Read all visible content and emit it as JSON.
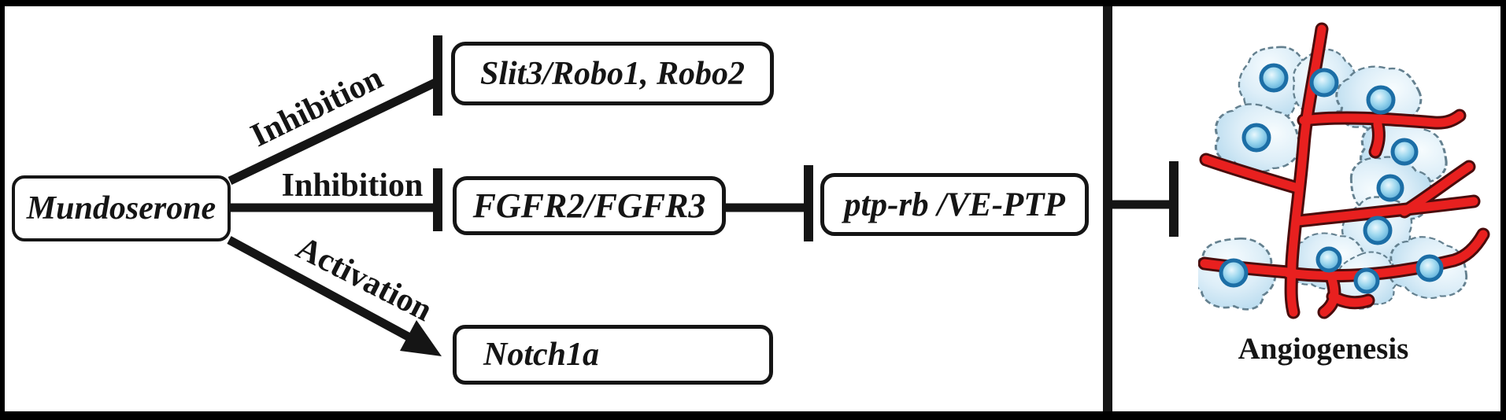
{
  "diagram": {
    "source_box": "Mundoserone",
    "edge_labels": {
      "top": "Inhibition",
      "middle": "Inhibition",
      "bottom": "Activation"
    },
    "target_boxes": {
      "slit_robo": "Slit3/Robo1, Robo2",
      "fgfr": "FGFR2/FGFR3",
      "ptp": "ptp-rb /VE-PTP",
      "notch": "Notch1a"
    },
    "outcome_label": "Angiogenesis"
  },
  "colors": {
    "line": "#151515",
    "vessel_red": "#e8201f",
    "vessel_outline": "#4a0c0c",
    "cell_outline": "#64808f",
    "nucleus_ring": "#1c6ea6"
  }
}
